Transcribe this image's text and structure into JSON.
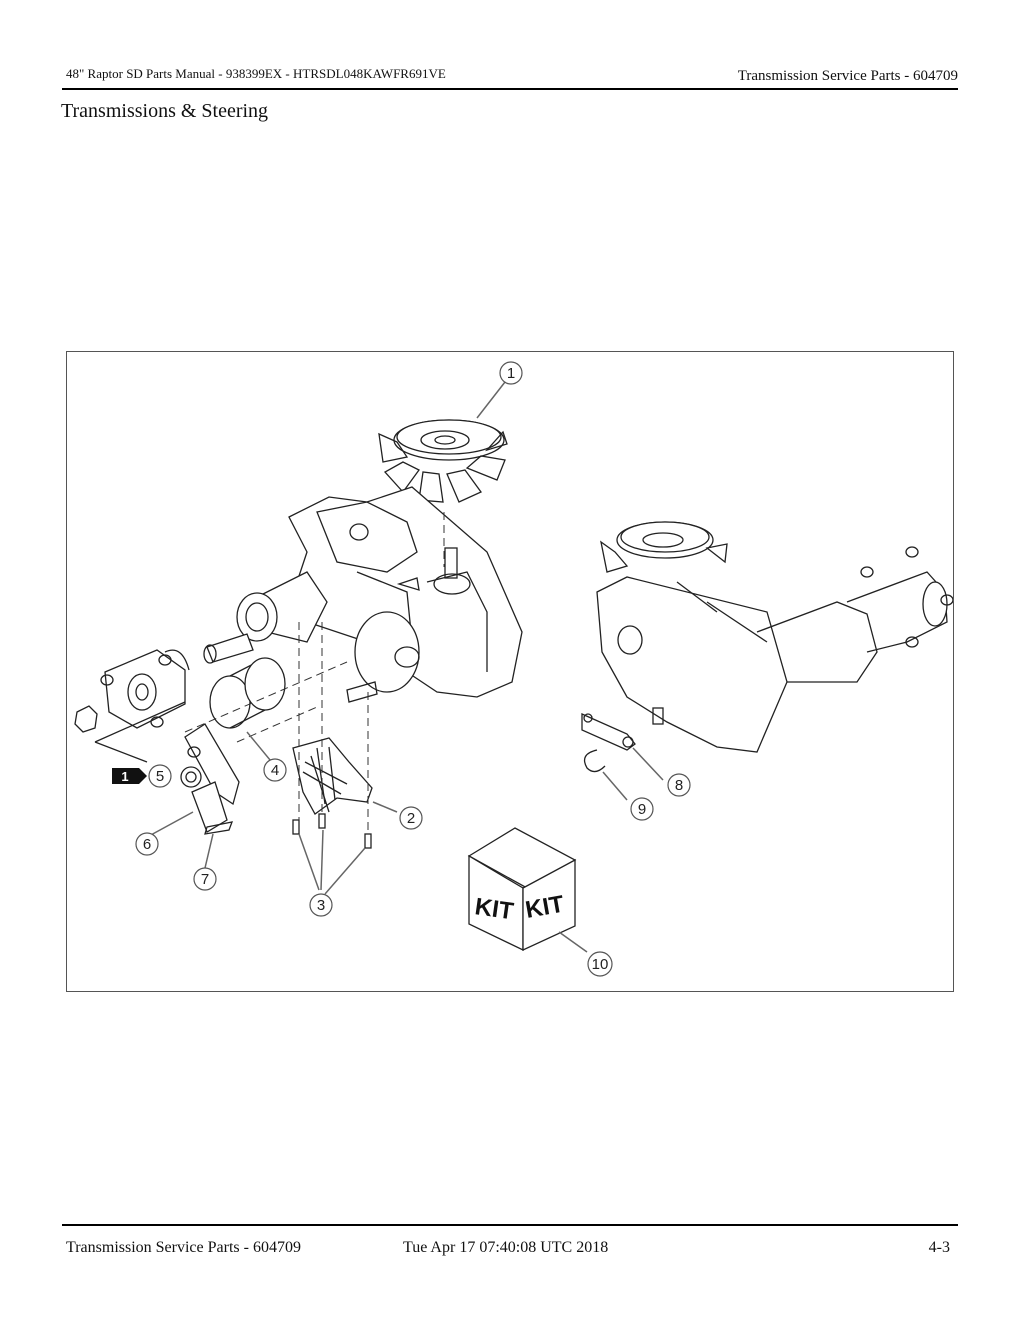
{
  "header": {
    "left": "48\" Raptor SD Parts Manual - 938399EX - HTRSDL048KAWFR691VE",
    "right": "Transmission Service Parts - 604709"
  },
  "section_title": "Transmissions & Steering",
  "figure": {
    "callouts": [
      "1",
      "2",
      "3",
      "4",
      "5",
      "6",
      "7",
      "8",
      "9",
      "10"
    ],
    "reference_badge": "1",
    "kit_label": "KIT"
  },
  "footer": {
    "left": "Transmission Service Parts - 604709",
    "center": "Tue Apr 17 07:40:08 UTC 2018",
    "right": "4-3"
  }
}
